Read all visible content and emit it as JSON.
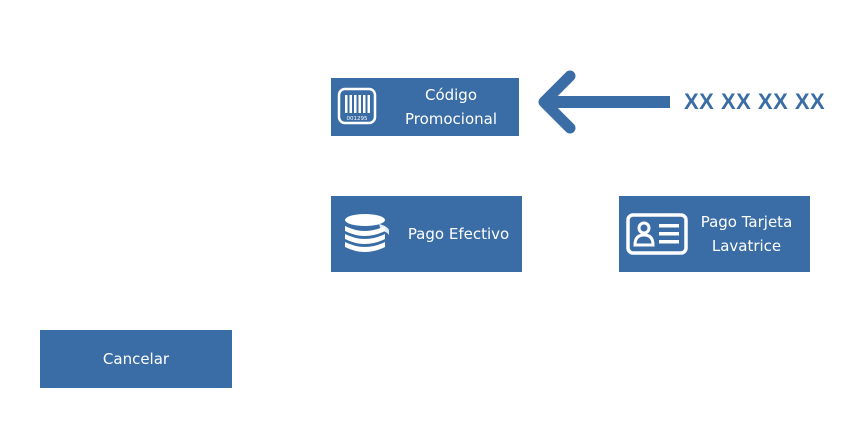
{
  "colors": {
    "button_bg": "#3a6da5",
    "button_text": "#ffffff",
    "accent": "#3a6da5",
    "background": "#ffffff"
  },
  "buttons": {
    "promo": {
      "label": "Código\nPromocional",
      "icon": "barcode-icon",
      "icon_text": "001295"
    },
    "cash": {
      "label": "Pago Efectivo",
      "icon": "coin-stack-icon"
    },
    "card": {
      "label": "Pago Tarjeta\nLavatrice",
      "icon": "id-card-icon"
    },
    "cancel": {
      "label": "Cancelar"
    }
  },
  "annotation": {
    "arrow_icon": "arrow-left-icon",
    "promo_code_text": "XX XX XX XX"
  }
}
